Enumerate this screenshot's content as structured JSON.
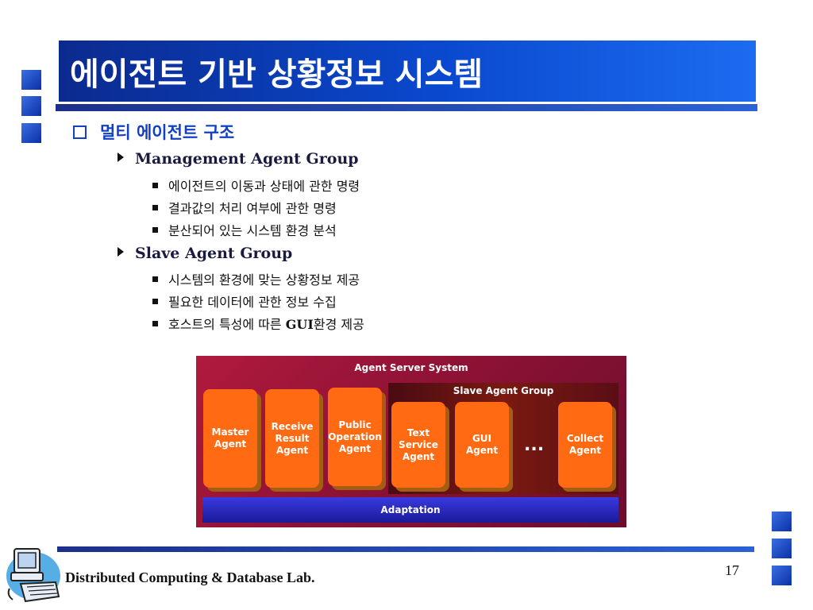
{
  "title": "에이전트 기반 상황정보 시스템",
  "section": "멀티 에이전트 구조",
  "groups": [
    {
      "name": "Management Agent Group",
      "items": [
        "에이전트의 이동과 상태에 관한 명령",
        "결과값의 처리 여부에 관한 명령",
        "분산되어 있는 시스템 환경 분석"
      ]
    },
    {
      "name": "Slave Agent Group",
      "items": [
        "시스템의 환경에 맞는 상황정보 제공",
        "필요한 데이터에 관한 정보 수집"
      ],
      "last_item": {
        "prefix": "호스트의 특성에 따른 ",
        "gui": "GUI",
        "suffix": "환경 제공"
      }
    }
  ],
  "diagram": {
    "server_label": "Agent Server System",
    "slave_group_label": "Slave Agent Group",
    "agents": [
      "Master\nAgent",
      "Receive\nResult\nAgent",
      "Public\nOperation\nAgent",
      "Text\nService\nAgent",
      "GUI\nAgent",
      "Collect\nAgent"
    ],
    "ellipsis": "...",
    "adaptation": "Adaptation"
  },
  "footer": {
    "lab": "Distributed Computing & Database Lab.",
    "page": "17"
  },
  "colors": {
    "title_bar": "#0a49cf",
    "accent_blue": "#1140c4",
    "agent_orange": "#ff6a12",
    "diagram_bg": "#9e1538"
  }
}
